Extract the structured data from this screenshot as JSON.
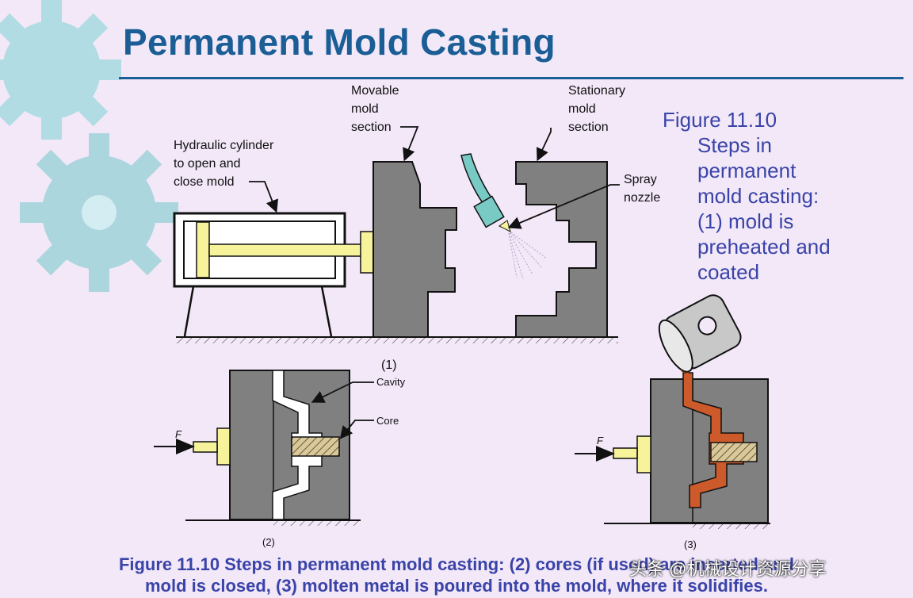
{
  "title": "Permanent Mold Casting",
  "labels": {
    "movable": "Movable\nmold\nsection",
    "stationary": "Stationary\nmold\nsection",
    "hydraulic": "Hydraulic cylinder\nto open and\nclose mold",
    "spray": "Spray\nnozzle",
    "step1": "(1)",
    "step2": "(2)",
    "step3": "(3)",
    "cavity": "Cavity",
    "core": "Core",
    "force2": "F",
    "force3": "F"
  },
  "side_caption": {
    "line1": "Figure 11.10",
    "line2": "Steps in",
    "line3": "permanent",
    "line4": "mold casting:",
    "line5": "(1) mold is",
    "line6": "preheated and",
    "line7": "coated"
  },
  "caption": {
    "line1": "Figure 11.10  Steps in permanent mold casting: (2) cores (if used) are inserted and",
    "line2": "mold is closed, (3) molten metal is poured into the mold, where it solidifies."
  },
  "watermark": "头条 @机械设计资源分享",
  "colors": {
    "title": "#1b5e96",
    "caption": "#3a43a8",
    "mold": "#808080",
    "yellow": "#f7f39a",
    "metal": "#cc5a2a",
    "gear": "#a6dbe0"
  }
}
